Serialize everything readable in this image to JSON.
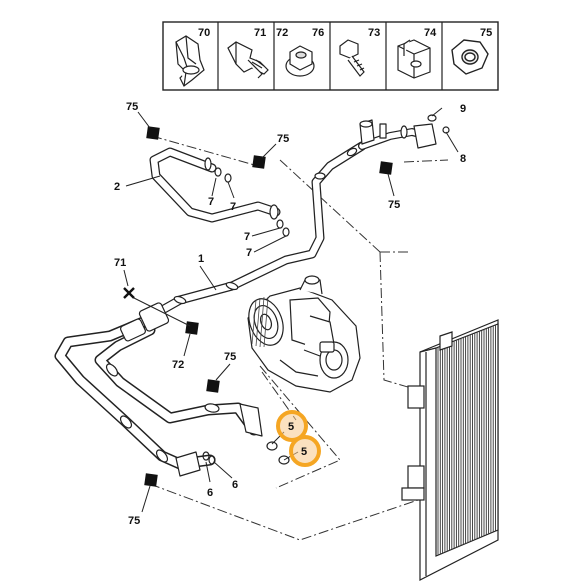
{
  "legend": [
    {
      "code": "70",
      "part": "hose-clip-icon"
    },
    {
      "code": "71",
      "part": "stud-bolt-icon"
    },
    {
      "code": "72",
      "part": "flange-nut-icon"
    },
    {
      "code": "76",
      "part": "flange-nut-icon"
    },
    {
      "code": "73",
      "part": "hex-bolt-icon"
    },
    {
      "code": "74",
      "part": "cage-nut-icon"
    },
    {
      "code": "75",
      "part": "hex-nut-icon"
    }
  ],
  "callouts": {
    "c1": "1",
    "c2": "2",
    "c5a": "5",
    "c5b": "5",
    "c6a": "6",
    "c6b": "6",
    "c7a": "7",
    "c7b": "7",
    "c7c": "7",
    "c7d": "7",
    "c8": "8",
    "c9": "9",
    "c71": "71",
    "c72": "72",
    "c75a": "75",
    "c75b": "75",
    "c75c": "75",
    "c75d": "75",
    "c75e": "75"
  },
  "colors": {
    "line": "#2a2a2a",
    "highlight": "#f5a623",
    "highlight_fill": "#f7c98a",
    "pipe_fill": "#ffffff"
  }
}
